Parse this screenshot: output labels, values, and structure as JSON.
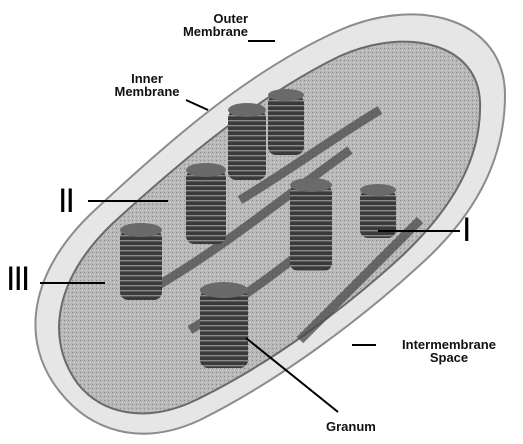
{
  "labels": {
    "outer_membrane": "Outer\nMembrane",
    "inner_membrane": "Inner\nMembrane",
    "intermembrane_space": "Intermembrane\nSpace",
    "granum": "Granum",
    "marker_1": "I",
    "marker_2": "II",
    "marker_3": "III"
  }
}
